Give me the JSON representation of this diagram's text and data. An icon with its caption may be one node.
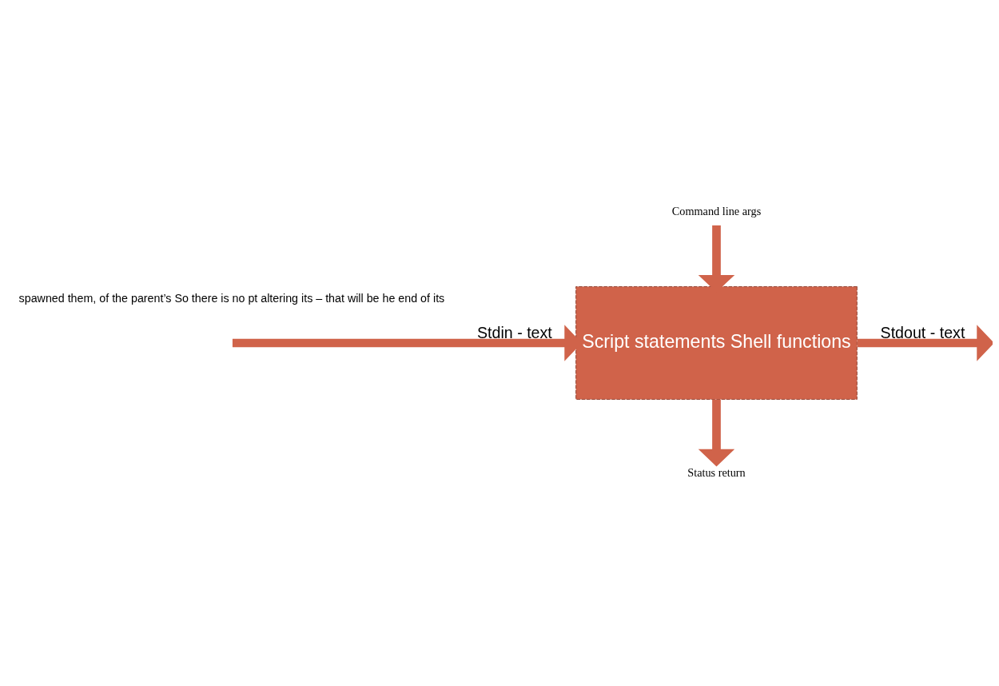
{
  "diagram": {
    "nodes": [
      {
        "text": [
          "Command line args"
        ]
      },
      {
        "text": [
          "Script statements Shell functions"
        ]
      },
      {
        "text": [
          "Status return"
        ]
      }
    ],
    "edges": [
      {
        "from": 0,
        "to": 1,
        "arrow": "to"
      },
      {
        "from": null,
        "to": 1,
        "arrow": "to",
        "label": "Stdin - text"
      },
      {
        "from": 1,
        "to": null,
        "arrow": "to",
        "label": "Stdout - text"
      },
      {
        "from": 1,
        "to": 2,
        "arrow": "to"
      }
    ],
    "labels": [
      "spawned them, of the parent’s So there is no pt altering its – that will be he end of its"
    ]
  }
}
